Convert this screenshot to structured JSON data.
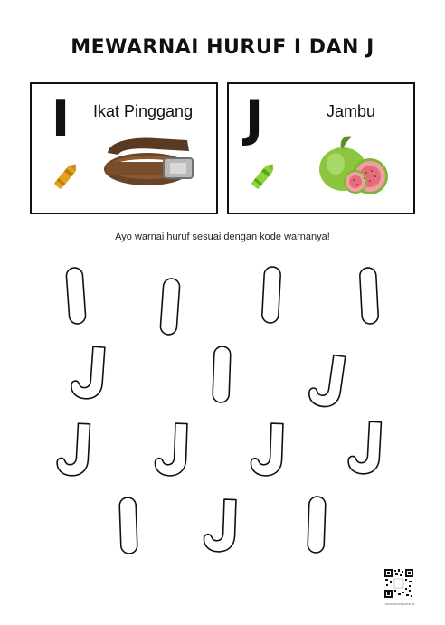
{
  "title": "MEWARNAI HURUF I DAN J",
  "cards": [
    {
      "letter": "I",
      "word": "Ikat Pinggang",
      "crayon_color": "#E0A21B",
      "crayon_icon": "crayon-icon",
      "picture_icon": "belt-icon"
    },
    {
      "letter": "J",
      "word": "Jambu",
      "crayon_color": "#8BD33A",
      "crayon_icon": "crayon-icon",
      "picture_icon": "guava-icon"
    }
  ],
  "instruction": "Ayo warnai huruf sesuai dengan kode warnanya!",
  "letters": [
    {
      "row": 1,
      "items": [
        "I",
        "I",
        "I",
        "I"
      ]
    },
    {
      "row": 2,
      "items": [
        "J",
        "I",
        "J"
      ]
    },
    {
      "row": 3,
      "items": [
        "J",
        "J",
        "J",
        "J"
      ]
    },
    {
      "row": 4,
      "items": [
        "I",
        "J",
        "I"
      ]
    }
  ],
  "qr": {
    "icon": "qr-code-icon",
    "caption": "www.ameliputra.id"
  }
}
